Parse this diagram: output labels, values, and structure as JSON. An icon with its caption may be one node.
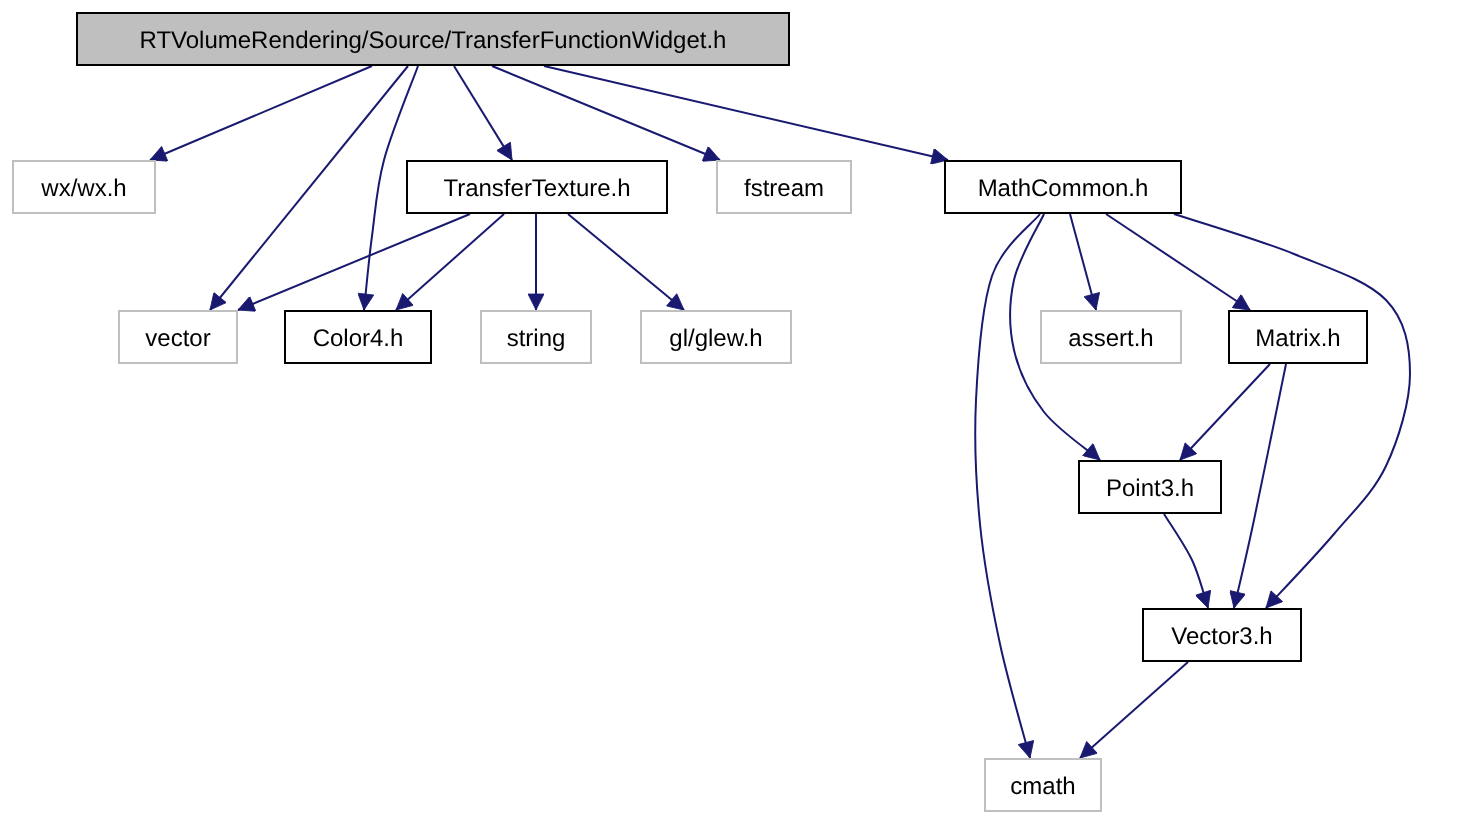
{
  "diagram": {
    "nodes": [
      {
        "text": [
          "RTVolumeRendering/Source/TransferFunctionWidget.h"
        ]
      },
      {
        "text": [
          "wx/wx.h"
        ]
      },
      {
        "text": [
          "TransferTexture.h"
        ]
      },
      {
        "text": [
          "fstream"
        ]
      },
      {
        "text": [
          "MathCommon.h"
        ]
      },
      {
        "text": [
          "vector"
        ]
      },
      {
        "text": [
          "Color4.h"
        ]
      },
      {
        "text": [
          "string"
        ]
      },
      {
        "text": [
          "gl/glew.h"
        ]
      },
      {
        "text": [
          "assert.h"
        ]
      },
      {
        "text": [
          "Matrix.h"
        ]
      },
      {
        "text": [
          "Point3.h"
        ]
      },
      {
        "text": [
          "Vector3.h"
        ]
      },
      {
        "text": [
          "cmath"
        ]
      }
    ],
    "edges": [
      {
        "from": 0,
        "to": 1,
        "arrow": "to"
      },
      {
        "from": 0,
        "to": 5,
        "arrow": "to"
      },
      {
        "from": 0,
        "to": 6,
        "arrow": "to"
      },
      {
        "from": 0,
        "to": 2,
        "arrow": "to"
      },
      {
        "from": 0,
        "to": 3,
        "arrow": "to"
      },
      {
        "from": 0,
        "to": 4,
        "arrow": "to"
      },
      {
        "from": 2,
        "to": 5,
        "arrow": "to"
      },
      {
        "from": 2,
        "to": 6,
        "arrow": "to"
      },
      {
        "from": 2,
        "to": 7,
        "arrow": "to"
      },
      {
        "from": 2,
        "to": 8,
        "arrow": "to"
      },
      {
        "from": 4,
        "to": 13,
        "arrow": "to"
      },
      {
        "from": 4,
        "to": 11,
        "arrow": "to"
      },
      {
        "from": 4,
        "to": 9,
        "arrow": "to"
      },
      {
        "from": 4,
        "to": 10,
        "arrow": "to"
      },
      {
        "from": 4,
        "to": 12,
        "arrow": "to"
      },
      {
        "from": 10,
        "to": 11,
        "arrow": "to"
      },
      {
        "from": 10,
        "to": 12,
        "arrow": "to"
      },
      {
        "from": 11,
        "to": 12,
        "arrow": "to"
      },
      {
        "from": 12,
        "to": 13,
        "arrow": "to"
      }
    ]
  }
}
